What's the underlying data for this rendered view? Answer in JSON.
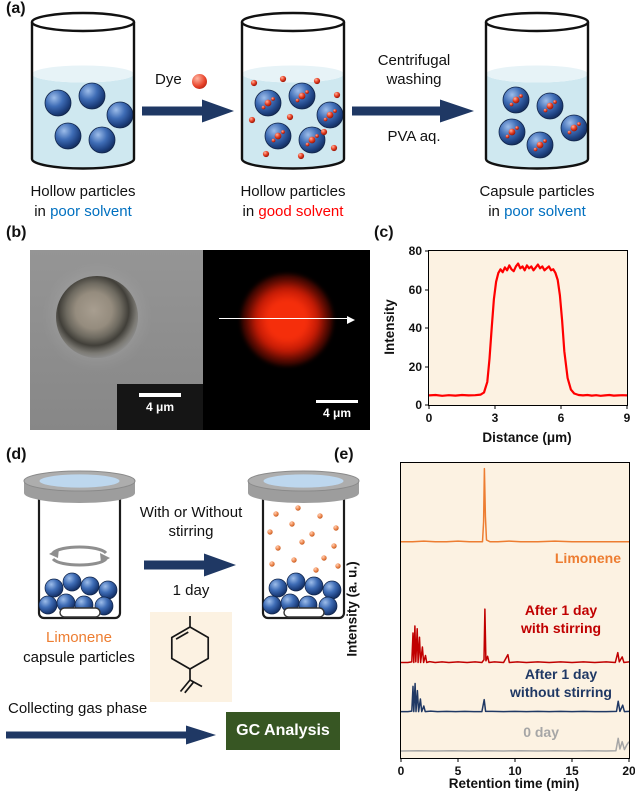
{
  "colors": {
    "arrow_navy": "#1F3864",
    "poor_solvent_blue": "#0070C0",
    "good_solvent_red": "#FF0000",
    "limonene_orange": "#ED7D31",
    "stirring_red": "#C00000",
    "no_stirring_navy": "#1F3864",
    "day0_gray": "#A6A6A6",
    "gc_box_green": "#375623",
    "profile_red": "#FF0000",
    "chart_bg_cream": "#FCF2E2"
  },
  "figure": {
    "panel_a": {
      "label": "(a)",
      "dye_label": "Dye",
      "arrow2_line1": "Centrifugal",
      "arrow2_line2": "washing",
      "arrow2_sub": "PVA aq.",
      "beakers": [
        {
          "line1": "Hollow particles",
          "line2_prefix": "in ",
          "line2_colored": "poor solvent",
          "colored_hex": "#0070C0"
        },
        {
          "line1": "Hollow particles",
          "line2_prefix": "in ",
          "line2_colored": "good solvent",
          "colored_hex": "#FF0000"
        },
        {
          "line1": "Capsule particles",
          "line2_prefix": "in ",
          "line2_colored": "poor solvent",
          "colored_hex": "#0070C0"
        }
      ]
    },
    "panel_b": {
      "label": "(b)",
      "scalebar_left": "4 μm",
      "scalebar_right": "4 μm"
    },
    "panel_c": {
      "label": "(c)"
    },
    "panel_d": {
      "label": "(d)",
      "arrow_line1": "With or Without",
      "arrow_line2": "stirring",
      "arrow_sub": "1 day",
      "caption_colored": "Limonene",
      "caption_colored_hex": "#ED7D31",
      "caption_rest": "capsule particles",
      "collect_label": "Collecting gas phase",
      "gc_button": "GC Analysis",
      "gc_button_bg": "#375623"
    },
    "panel_e": {
      "label": "(e)"
    }
  },
  "chart_data": [
    {
      "id": "c",
      "type": "line",
      "title": "",
      "xlabel": "Distance (μm)",
      "ylabel": "Intensity",
      "xlim": [
        0,
        9
      ],
      "ylim": [
        0,
        80
      ],
      "xticks": [
        0,
        3,
        6,
        9
      ],
      "yticks": [
        0,
        20,
        40,
        60,
        80
      ],
      "grid": false,
      "plot_bg": "#FCF2E2",
      "series": [
        {
          "name": "fluorescence line profile",
          "color": "#FF0000",
          "width": 2.2,
          "points": [
            [
              0,
              5
            ],
            [
              0.3,
              5.2
            ],
            [
              0.6,
              4.8
            ],
            [
              0.9,
              5.1
            ],
            [
              1.2,
              4.9
            ],
            [
              1.5,
              5.2
            ],
            [
              1.8,
              5
            ],
            [
              2.1,
              5.1
            ],
            [
              2.35,
              5.4
            ],
            [
              2.5,
              6.5
            ],
            [
              2.65,
              12
            ],
            [
              2.75,
              24
            ],
            [
              2.85,
              40
            ],
            [
              2.95,
              55
            ],
            [
              3.05,
              64
            ],
            [
              3.15,
              68.5
            ],
            [
              3.25,
              70.5
            ],
            [
              3.35,
              69
            ],
            [
              3.45,
              71.5
            ],
            [
              3.55,
              70
            ],
            [
              3.65,
              72.5
            ],
            [
              3.75,
              70.5
            ],
            [
              3.85,
              69.5
            ],
            [
              3.95,
              72
            ],
            [
              4.05,
              73.5
            ],
            [
              4.15,
              71
            ],
            [
              4.25,
              72
            ],
            [
              4.35,
              70
            ],
            [
              4.45,
              72.5
            ],
            [
              4.55,
              71
            ],
            [
              4.65,
              72
            ],
            [
              4.75,
              70
            ],
            [
              4.85,
              71.5
            ],
            [
              4.95,
              73
            ],
            [
              5.05,
              71
            ],
            [
              5.15,
              72
            ],
            [
              5.25,
              70
            ],
            [
              5.35,
              71
            ],
            [
              5.45,
              72
            ],
            [
              5.55,
              70
            ],
            [
              5.65,
              70.5
            ],
            [
              5.75,
              68.5
            ],
            [
              5.85,
              65
            ],
            [
              5.95,
              57
            ],
            [
              6.05,
              44
            ],
            [
              6.15,
              28
            ],
            [
              6.3,
              14
            ],
            [
              6.45,
              8
            ],
            [
              6.6,
              6
            ],
            [
              6.8,
              5.2
            ],
            [
              7,
              5
            ],
            [
              7.2,
              5.2
            ],
            [
              7.4,
              4.9
            ],
            [
              7.6,
              5.1
            ],
            [
              7.8,
              4.8
            ],
            [
              8,
              5
            ],
            [
              8.2,
              5.2
            ],
            [
              8.4,
              4.9
            ],
            [
              8.6,
              5
            ],
            [
              8.8,
              5.1
            ],
            [
              9,
              5
            ]
          ]
        }
      ]
    },
    {
      "id": "e",
      "type": "line",
      "title": "",
      "xlabel": "Retention time (min)",
      "ylabel": "Intensity (a. u.)",
      "xlim": [
        0,
        20
      ],
      "ylim": [
        0,
        105
      ],
      "xticks": [
        0,
        5,
        10,
        15,
        20
      ],
      "yticks": [],
      "grid": false,
      "plot_bg": "#FCF2E2",
      "annotations": [
        {
          "line1": "Limonene",
          "color": "#ED7D31"
        },
        {
          "line1": "After 1 day",
          "line2": "with stirring",
          "color": "#C00000"
        },
        {
          "line1": "After 1 day",
          "line2": "without stirring",
          "color": "#1F3864"
        },
        {
          "line1": "0 day",
          "color": "#A6A6A6"
        }
      ],
      "series": [
        {
          "name": "Limonene",
          "color": "#ED7D31",
          "width": 1.5,
          "points": [
            [
              0,
              77
            ],
            [
              1,
              77
            ],
            [
              2,
              77.2
            ],
            [
              3,
              77
            ],
            [
              4,
              77
            ],
            [
              5,
              77.2
            ],
            [
              6,
              77
            ],
            [
              6.8,
              77
            ],
            [
              7.15,
              77
            ],
            [
              7.25,
              84
            ],
            [
              7.32,
              103
            ],
            [
              7.4,
              86
            ],
            [
              7.5,
              77.6
            ],
            [
              7.8,
              77
            ],
            [
              8.5,
              77
            ],
            [
              9.5,
              77.2
            ],
            [
              10.5,
              77
            ],
            [
              12,
              77
            ],
            [
              13.5,
              77.2
            ],
            [
              15,
              77
            ],
            [
              16.5,
              77
            ],
            [
              18,
              77
            ],
            [
              19,
              77
            ],
            [
              20,
              77
            ]
          ]
        },
        {
          "name": "After 1 day with stirring",
          "color": "#C00000",
          "width": 1.5,
          "points": [
            [
              0,
              34
            ],
            [
              0.6,
              34
            ],
            [
              0.95,
              34.2
            ],
            [
              1.05,
              44.5
            ],
            [
              1.12,
              34
            ],
            [
              1.22,
              47
            ],
            [
              1.3,
              34.2
            ],
            [
              1.42,
              46
            ],
            [
              1.5,
              34
            ],
            [
              1.62,
              43
            ],
            [
              1.72,
              34
            ],
            [
              1.88,
              39.5
            ],
            [
              1.98,
              34
            ],
            [
              2.15,
              36.5
            ],
            [
              2.25,
              34
            ],
            [
              2.5,
              34.3
            ],
            [
              3,
              34
            ],
            [
              3.6,
              34.2
            ],
            [
              4.2,
              34
            ],
            [
              5,
              34.2
            ],
            [
              5.8,
              34
            ],
            [
              6.5,
              34.2
            ],
            [
              7.1,
              34
            ],
            [
              7.28,
              35
            ],
            [
              7.36,
              53
            ],
            [
              7.45,
              34.6
            ],
            [
              7.6,
              36.2
            ],
            [
              7.72,
              34
            ],
            [
              8.2,
              34.2
            ],
            [
              9,
              34
            ],
            [
              9.38,
              36.8
            ],
            [
              9.5,
              34
            ],
            [
              10.2,
              34.2
            ],
            [
              11,
              34
            ],
            [
              12,
              34.2
            ],
            [
              13,
              34
            ],
            [
              14,
              34.2
            ],
            [
              15,
              34
            ],
            [
              16,
              34.2
            ],
            [
              17,
              34
            ],
            [
              18,
              34.2
            ],
            [
              18.8,
              34
            ],
            [
              19.02,
              37.5
            ],
            [
              19.15,
              34.2
            ],
            [
              19.4,
              36
            ],
            [
              19.55,
              34
            ],
            [
              20,
              34.2
            ]
          ]
        },
        {
          "name": "After 1 day without stirring",
          "color": "#1F3864",
          "width": 1.5,
          "points": [
            [
              0,
              16.5
            ],
            [
              0.6,
              16.5
            ],
            [
              0.95,
              16.7
            ],
            [
              1.05,
              25.5
            ],
            [
              1.12,
              16.5
            ],
            [
              1.24,
              26.5
            ],
            [
              1.32,
              16.5
            ],
            [
              1.44,
              24
            ],
            [
              1.54,
              16.5
            ],
            [
              1.7,
              21
            ],
            [
              1.82,
              16.5
            ],
            [
              2,
              18.5
            ],
            [
              2.12,
              16.5
            ],
            [
              2.6,
              16.7
            ],
            [
              3.2,
              16.5
            ],
            [
              4,
              16.6
            ],
            [
              4.8,
              16.5
            ],
            [
              5.6,
              16.6
            ],
            [
              6.4,
              16.5
            ],
            [
              7.1,
              16.5
            ],
            [
              7.3,
              20.8
            ],
            [
              7.42,
              16.6
            ],
            [
              8,
              16.6
            ],
            [
              9,
              16.5
            ],
            [
              10,
              16.6
            ],
            [
              11,
              16.5
            ],
            [
              12,
              16.6
            ],
            [
              13,
              16.5
            ],
            [
              14,
              16.6
            ],
            [
              15,
              16.5
            ],
            [
              16,
              16.6
            ],
            [
              17,
              16.5
            ],
            [
              18,
              16.5
            ],
            [
              18.9,
              16.6
            ],
            [
              19.05,
              20.2
            ],
            [
              19.2,
              16.6
            ],
            [
              19.45,
              18.8
            ],
            [
              19.6,
              16.5
            ],
            [
              20,
              16.6
            ]
          ]
        },
        {
          "name": "0 day",
          "color": "#A6A6A6",
          "width": 1.5,
          "points": [
            [
              0,
              2.5
            ],
            [
              1.5,
              2.6
            ],
            [
              3,
              2.5
            ],
            [
              4.5,
              2.6
            ],
            [
              6,
              2.5
            ],
            [
              7.5,
              2.6
            ],
            [
              9,
              2.5
            ],
            [
              10.5,
              2.6
            ],
            [
              12,
              2.5
            ],
            [
              13.5,
              2.6
            ],
            [
              15,
              2.5
            ],
            [
              16.5,
              2.6
            ],
            [
              18,
              2.5
            ],
            [
              18.85,
              2.6
            ],
            [
              19.05,
              7
            ],
            [
              19.2,
              3.2
            ],
            [
              19.4,
              5.8
            ],
            [
              19.6,
              3
            ],
            [
              19.8,
              4.6
            ],
            [
              20,
              5.8
            ]
          ]
        }
      ]
    }
  ]
}
